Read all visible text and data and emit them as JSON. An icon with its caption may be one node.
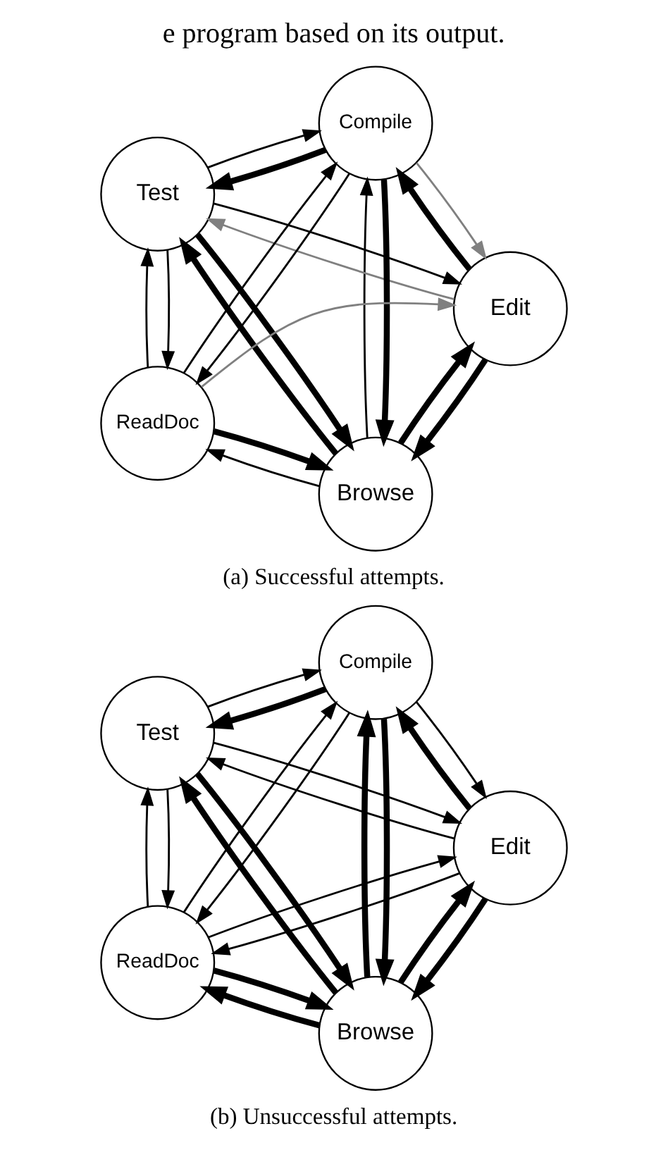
{
  "diagram": {
    "nodes": [
      {
        "text": [
          "Browse"
        ]
      },
      {
        "text": [
          "Edit"
        ]
      },
      {
        "text": [
          "Test"
        ]
      },
      {
        "text": [
          "Compile"
        ]
      },
      {
        "text": [
          "ReadDoc"
        ]
      },
      {
        "text": [
          "Browse"
        ]
      },
      {
        "text": [
          "Edit"
        ]
      },
      {
        "text": [
          "Test"
        ]
      },
      {
        "text": [
          "Compile"
        ]
      },
      {
        "text": [
          "ReadDoc"
        ]
      }
    ],
    "edges": [
      {
        "from": 1,
        "to": 0,
        "arrow": "to",
        "style": "thick"
      },
      {
        "from": 0,
        "to": 1,
        "arrow": "to",
        "style": "thick"
      },
      {
        "from": 0,
        "to": 2,
        "arrow": "to",
        "style": "thick"
      },
      {
        "from": 2,
        "to": 0,
        "arrow": "to",
        "style": "thick"
      },
      {
        "from": 1,
        "to": 2,
        "arrow": "to",
        "color": "#808080"
      },
      {
        "from": 2,
        "to": 1,
        "arrow": "to"
      },
      {
        "from": 1,
        "to": 3,
        "arrow": "to",
        "style": "thick"
      },
      {
        "from": 3,
        "to": 1,
        "arrow": "to",
        "color": "#808080"
      },
      {
        "from": 3,
        "to": 0,
        "arrow": "to",
        "style": "thick"
      },
      {
        "from": 0,
        "to": 3,
        "arrow": "to"
      },
      {
        "from": 0,
        "to": 4,
        "arrow": "to"
      },
      {
        "from": 4,
        "to": 0,
        "arrow": "to",
        "style": "thick"
      },
      {
        "from": 3,
        "to": 2,
        "arrow": "to",
        "style": "thick"
      },
      {
        "from": 2,
        "to": 3,
        "arrow": "to"
      },
      {
        "from": 2,
        "to": 4,
        "arrow": "to"
      },
      {
        "from": 4,
        "to": 2,
        "arrow": "to"
      },
      {
        "from": 3,
        "to": 4,
        "arrow": "to"
      },
      {
        "from": 4,
        "to": 3,
        "arrow": "to"
      },
      {
        "from": 4,
        "to": 1,
        "arrow": "to",
        "color": "#808080"
      },
      {
        "from": 6,
        "to": 5,
        "arrow": "to",
        "style": "thick"
      },
      {
        "from": 5,
        "to": 6,
        "arrow": "to",
        "style": "thick"
      },
      {
        "from": 5,
        "to": 7,
        "arrow": "to",
        "style": "thick"
      },
      {
        "from": 7,
        "to": 5,
        "arrow": "to",
        "style": "thick"
      },
      {
        "from": 6,
        "to": 7,
        "arrow": "to"
      },
      {
        "from": 7,
        "to": 6,
        "arrow": "to"
      },
      {
        "from": 6,
        "to": 8,
        "arrow": "to",
        "style": "thick"
      },
      {
        "from": 8,
        "to": 6,
        "arrow": "to"
      },
      {
        "from": 8,
        "to": 5,
        "arrow": "to",
        "style": "thick"
      },
      {
        "from": 5,
        "to": 8,
        "arrow": "to",
        "style": "thick"
      },
      {
        "from": 5,
        "to": 9,
        "arrow": "to",
        "style": "thick"
      },
      {
        "from": 9,
        "to": 5,
        "arrow": "to",
        "style": "thick"
      },
      {
        "from": 8,
        "to": 7,
        "arrow": "to",
        "style": "thick"
      },
      {
        "from": 7,
        "to": 8,
        "arrow": "to"
      },
      {
        "from": 7,
        "to": 9,
        "arrow": "to"
      },
      {
        "from": 9,
        "to": 7,
        "arrow": "to"
      },
      {
        "from": 8,
        "to": 9,
        "arrow": "to"
      },
      {
        "from": 9,
        "to": 8,
        "arrow": "to"
      },
      {
        "from": 9,
        "to": 6,
        "arrow": "to"
      },
      {
        "from": 6,
        "to": 9,
        "arrow": "to"
      }
    ],
    "labels": [
      "e program based on its output.",
      "(a) Successful attempts.",
      "(b) Unsuccessful attempts."
    ]
  }
}
